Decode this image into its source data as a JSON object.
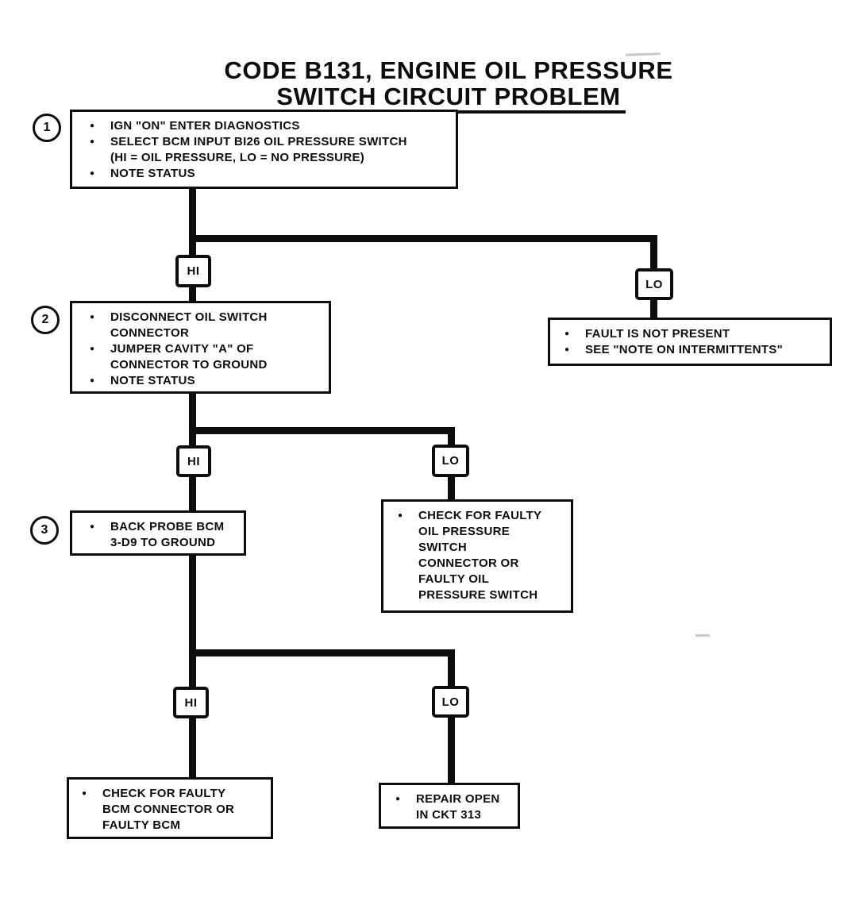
{
  "colors": {
    "ink": "#0d0d0d",
    "paper": "#ffffff"
  },
  "title": {
    "line1": "CODE B131, ENGINE OIL PRESSURE",
    "line2": "SWITCH CIRCUIT PROBLEM"
  },
  "steps": {
    "step1": {
      "number": "1",
      "bullets": [
        "IGN \"ON\" ENTER DIAGNOSTICS",
        "SELECT BCM INPUT BI26 OIL PRESSURE SWITCH\n(HI = OIL PRESSURE, LO = NO PRESSURE)",
        "NOTE STATUS"
      ]
    },
    "step2": {
      "number": "2",
      "bullets": [
        "DISCONNECT OIL SWITCH\nCONNECTOR",
        "JUMPER CAVITY \"A\" OF\nCONNECTOR TO GROUND",
        "NOTE STATUS"
      ]
    },
    "step3": {
      "number": "3",
      "bullets": [
        "BACK PROBE BCM\n3-D9 TO GROUND"
      ]
    }
  },
  "branches": [
    {
      "hi": "HI",
      "lo": "LO"
    },
    {
      "hi": "HI",
      "lo": "LO"
    },
    {
      "hi": "HI",
      "lo": "LO"
    }
  ],
  "results": {
    "fault_not_present": {
      "bullets": [
        "FAULT IS NOT PRESENT",
        "SEE \"NOTE ON INTERMITTENTS\""
      ]
    },
    "check_oil_switch": {
      "bullets": [
        "CHECK FOR FAULTY\nOIL PRESSURE\nSWITCH\nCONNECTOR OR\nFAULTY OIL\nPRESSURE SWITCH"
      ]
    },
    "check_bcm": {
      "bullets": [
        "CHECK FOR FAULTY\nBCM CONNECTOR OR\nFAULTY BCM"
      ]
    },
    "repair_open": {
      "bullets": [
        "REPAIR OPEN\nIN CKT 313"
      ]
    }
  }
}
